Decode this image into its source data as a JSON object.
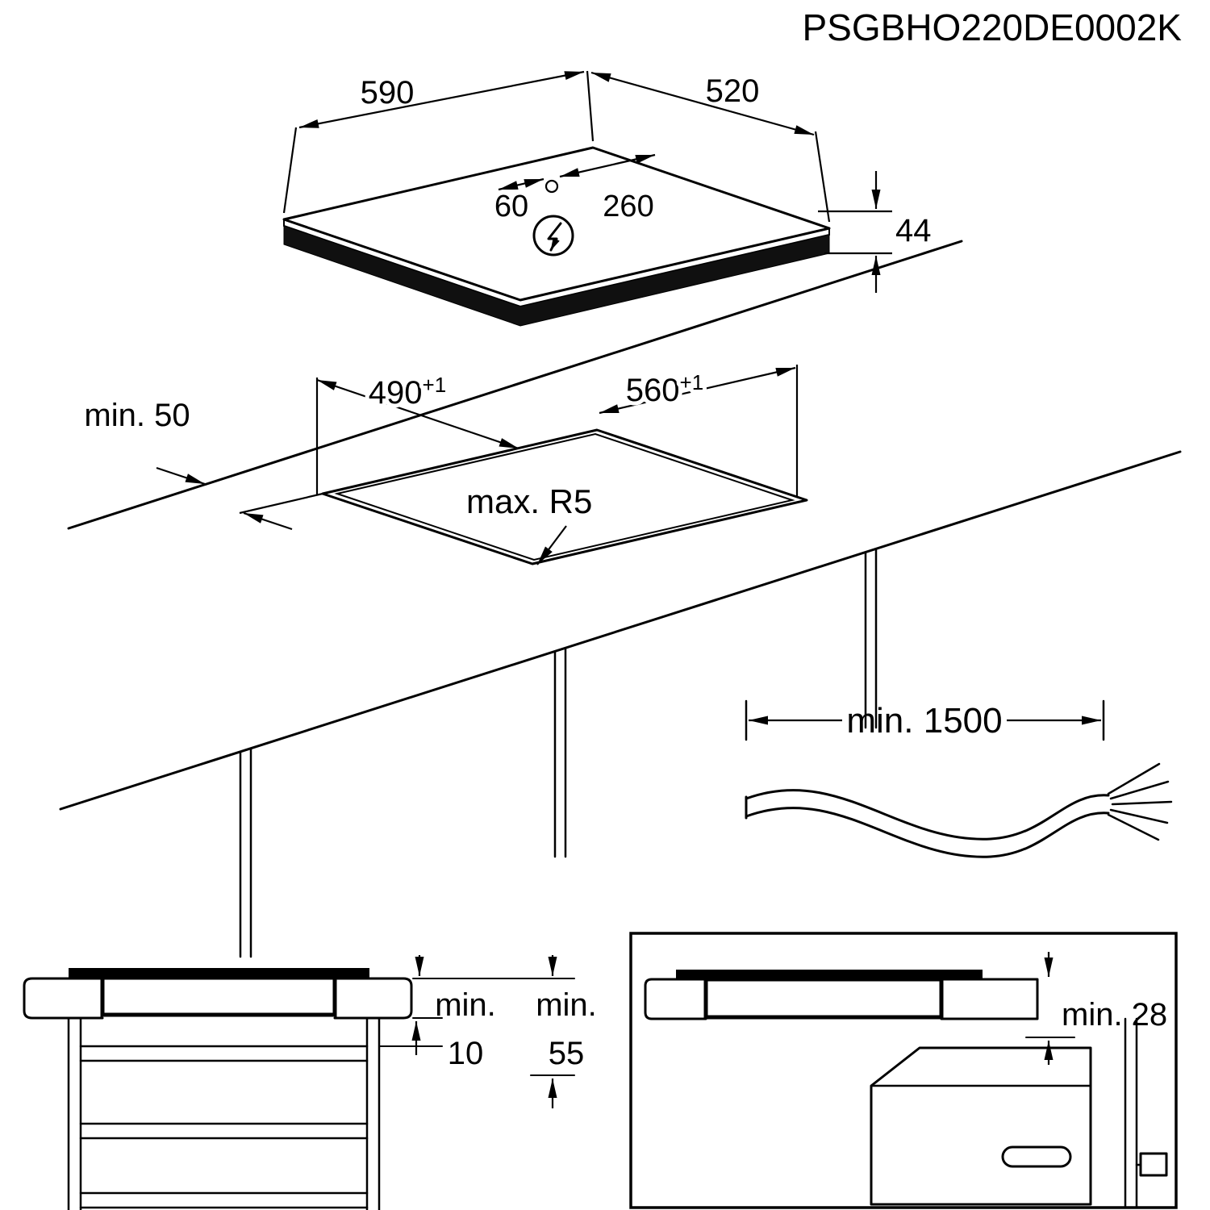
{
  "title": {
    "code": "PSGBHO220DE0002K"
  },
  "hob": {
    "width": "590",
    "depth": "520",
    "height": "44",
    "cable_offset": "60",
    "cable_span": "260"
  },
  "cutout": {
    "depth": "490",
    "depth_tolerance": "+1",
    "width": "560",
    "width_tolerance": "+1",
    "rear_clearance": "min. 50",
    "corner_radius": "max. R5"
  },
  "cable": {
    "min_length": "min. 1500"
  },
  "clearances": {
    "hob_gap_label": "min.",
    "hob_gap_value": "10",
    "drawer_label": "min.",
    "drawer_value": "55",
    "oven_label": "min. 28"
  }
}
